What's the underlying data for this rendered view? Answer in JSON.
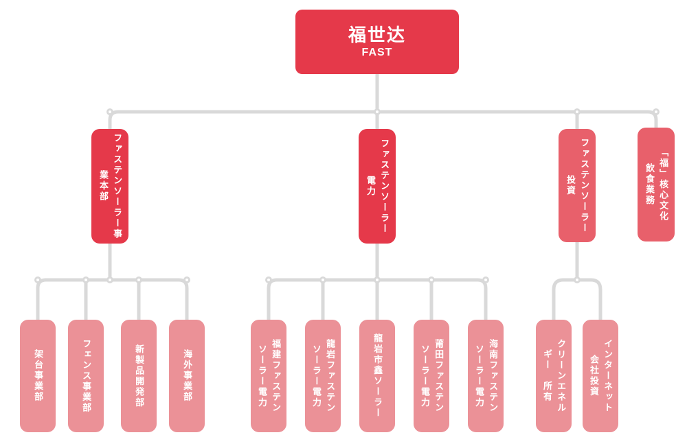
{
  "colors": {
    "primary_red": "#e5394a",
    "secondary_red": "#e8606b",
    "leaf_pink": "#eb9197",
    "connector_gray": "#d9d9d9",
    "text_white": "#ffffff"
  },
  "org": {
    "root": {
      "name": "福世达",
      "subtitle": "FAST"
    },
    "branches": [
      {
        "label": "ファステンソーラー事\n業本部",
        "children": [
          "架台事業部",
          "フェンス事業部",
          "新製品開発部",
          "海外事業部"
        ]
      },
      {
        "label": "ファステンソーラー\n電力",
        "children": [
          "福建ファステン\nソーラー電力",
          "龍岩ファステン\nソーラー電力",
          "龍岩市鑫ソーラー",
          "莆田ファステン\nソーラー電力",
          "海南ファステン\nソーラー電力"
        ]
      },
      {
        "label": "ファステンソーラー\n投資",
        "children": [
          "クリーンエネル\nギー　所有",
          "インターネット\n会社投資"
        ]
      },
      {
        "label": "「福」核心文化\n飲食業務",
        "children": []
      }
    ]
  }
}
